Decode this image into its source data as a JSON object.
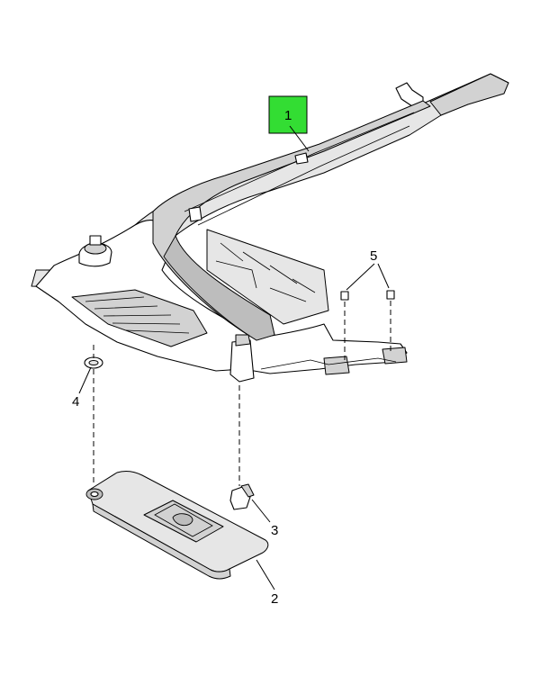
{
  "callouts": {
    "c1": "1",
    "c2": "2",
    "c3": "3",
    "c4": "4",
    "c5": "5"
  },
  "colors": {
    "highlight": "#33dd33",
    "line": "#000000",
    "light_shade": "#e6e6e6",
    "mid_shade": "#d2d2d2",
    "dark_shade": "#bdbdbd"
  }
}
